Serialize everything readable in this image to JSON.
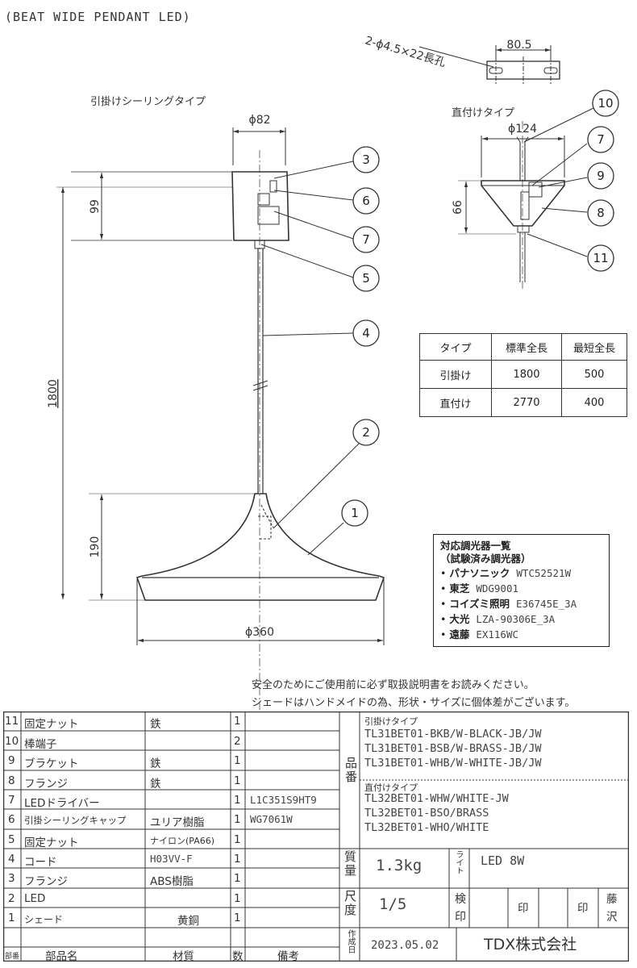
{
  "title": "(BEAT WIDE PENDANT LED)",
  "slot_hole": "2-ϕ4.5×22長孔",
  "dims": {
    "top_bracket_width": "80.5",
    "canopy_dia": "ϕ82",
    "canopy_height": "99",
    "total_length": "1800",
    "shade_height": "190",
    "shade_dia": "ϕ360",
    "direct_dia": "ϕ124",
    "direct_height": "66"
  },
  "labels": {
    "hook_type": "引掛けシーリングタイプ",
    "direct_type": "直付けタイプ"
  },
  "callouts": [
    "1",
    "2",
    "3",
    "4",
    "5",
    "6",
    "7",
    "7",
    "8",
    "9",
    "10",
    "11"
  ],
  "type_table": {
    "headers": [
      "タイプ",
      "標準全長",
      "最短全長"
    ],
    "rows": [
      [
        "引掛け",
        "1800",
        "500"
      ],
      [
        "直付け",
        "2770",
        "400"
      ]
    ]
  },
  "dimmers": {
    "heading1": "対応調光器一覧",
    "heading2": "（試験済み調光器）",
    "items": [
      {
        "brand": "パナソニック",
        "model": "WTC52521W"
      },
      {
        "brand": "東芝",
        "model": "WDG9001"
      },
      {
        "brand": "コイズミ照明",
        "model": "E36745E_3A"
      },
      {
        "brand": "大光",
        "model": "LZA-90306E_3A"
      },
      {
        "brand": "遠藤",
        "model": "EX116WC"
      }
    ]
  },
  "notes": [
    "安全のためにご使用前に必ず取扱説明書をお読みください。",
    "シェードはハンドメイドの為、形状・サイズに個体差がございます。"
  ],
  "parts": [
    {
      "no": "11",
      "name": "固定ナット",
      "material": "鉄",
      "qty": "1",
      "remark": ""
    },
    {
      "no": "10",
      "name": "棒端子",
      "material": "",
      "qty": "2",
      "remark": ""
    },
    {
      "no": "9",
      "name": "ブラケット",
      "material": "鉄",
      "qty": "1",
      "remark": ""
    },
    {
      "no": "8",
      "name": "フランジ",
      "material": "鉄",
      "qty": "1",
      "remark": ""
    },
    {
      "no": "7",
      "name": "LEDドライバー",
      "material": "",
      "qty": "1",
      "remark": "L1C351S9HT9"
    },
    {
      "no": "6",
      "name": "引掛シーリングキャップ",
      "material": "ユリア樹脂",
      "qty": "1",
      "remark": "WG7061W"
    },
    {
      "no": "5",
      "name": "固定ナット",
      "material": "ナイロン(PA66)",
      "qty": "1",
      "remark": ""
    },
    {
      "no": "4",
      "name": "コード",
      "material": "H03VV-F",
      "qty": "1",
      "remark": ""
    },
    {
      "no": "3",
      "name": "フランジ",
      "material": "ABS樹脂",
      "qty": "1",
      "remark": ""
    },
    {
      "no": "2",
      "name": "LED",
      "material": "",
      "qty": "1",
      "remark": ""
    },
    {
      "no": "1",
      "name": "シェード",
      "material": "黄銅",
      "qty": "1",
      "remark": ""
    }
  ],
  "parts_header": {
    "no": "部番",
    "name": "部品名",
    "material": "材質",
    "qty": "数",
    "remark": "備考"
  },
  "product_no_label": "品番",
  "hook_models_label": "引掛けタイプ",
  "hook_models": [
    "TL31BET01-BKB/W-BLACK-JB/JW",
    "TL31BET01-BSB/W-BRASS-JB/JW",
    "TL31BET01-WHB/W-WHITE-JB/JW"
  ],
  "direct_models_label": "直付けタイプ",
  "direct_models": [
    "TL32BET01-WHW/WHITE-JW",
    "TL32BET01-BSO/BRASS",
    "TL32BET01-WHO/WHITE"
  ],
  "mass_label": "質量",
  "mass": "1.3kg",
  "light_label": "ライト",
  "light": "LED 8W",
  "scale_label": "尺度",
  "scale": "1/5",
  "check_label": "検印",
  "stamp": "印",
  "stamp2": "印",
  "checker": "藤沢",
  "date_label": "作成日",
  "date": "2023.05.02",
  "company": "TDX株式会社"
}
